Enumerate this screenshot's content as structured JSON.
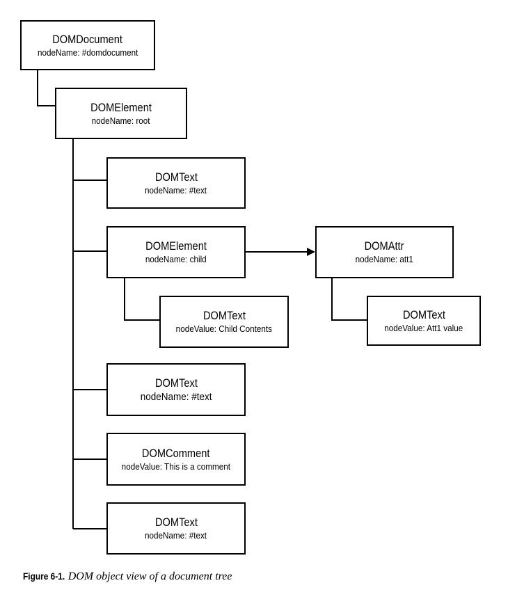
{
  "nodes": {
    "document": {
      "type": "DOMDocument",
      "property": "nodeName: #domdocument"
    },
    "root": {
      "type": "DOMElement",
      "property": "nodeName: root"
    },
    "text1": {
      "type": "DOMText",
      "property": "nodeName: #text"
    },
    "child": {
      "type": "DOMElement",
      "property": "nodeName: child"
    },
    "childtext": {
      "type": "DOMText",
      "property": "nodeValue: Child Contents"
    },
    "attr": {
      "type": "DOMAttr",
      "property": "nodeName: att1"
    },
    "attrtext": {
      "type": "DOMText",
      "property": "nodeValue: Att1 value"
    },
    "text2": {
      "type": "DOMText",
      "property": "nodeName: #text"
    },
    "comment": {
      "type": "DOMComment",
      "property": "nodeValue: This is a comment"
    },
    "text3": {
      "type": "DOMText",
      "property": "nodeName: #text"
    }
  },
  "caption": {
    "label": "Figure 6-1.",
    "text": "DOM object view of a document tree"
  },
  "colors": {
    "line": "#000000",
    "box_border": "#000000",
    "background": "#ffffff"
  }
}
